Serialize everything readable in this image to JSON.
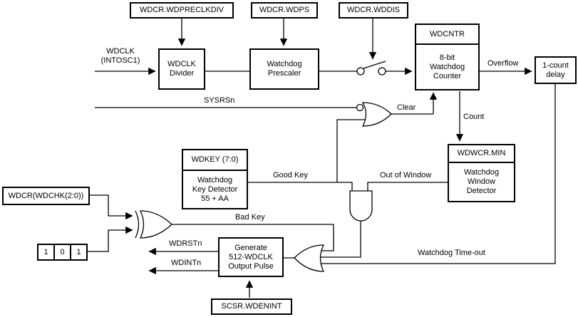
{
  "registers": {
    "wdpreclkdiv": "WDCR.WDPRECLKDIV",
    "wdps": "WDCR.WDPS",
    "wddis": "WDCR.WDDIS",
    "wdchk": "WDCR(WDCHK(2:0))",
    "scsr_wdenint": "SCSR.WDENINT"
  },
  "blocks": {
    "wdclk_divider": "WDCLK\nDivider",
    "prescaler": "Watchdog\nPrescaler",
    "wdcntr_header": "WDCNTR",
    "wdcntr_body": "8-bit\nWatchdog\nCounter",
    "delay": "1-count\ndelay",
    "wdwcr_header": "WDWCR.MIN",
    "wdwcr_body": "Watchdog\nWindow\nDetector",
    "wdkey_header": "WDKEY (7:0)",
    "wdkey_body": "Watchdog\nKey Detector\n55 + AA",
    "generate": "Generate\n512-WDCLK\nOutput Pulse"
  },
  "check_bits": [
    "1",
    "0",
    "1"
  ],
  "signals": {
    "wdclk_input": "WDCLK\n(INTOSC1)",
    "sysrsn": "SYSRSn",
    "clear": "Clear",
    "count": "Count",
    "overflow": "Overflow",
    "good_key": "Good Key",
    "out_of_window": "Out of Window",
    "bad_key": "Bad Key",
    "wdrstn": "WDRSTn",
    "wdintn": "WDINTn",
    "watchdog_timeout": "Watchdog Time-out"
  },
  "colors": {
    "line": "#000000",
    "background": "#ffffff",
    "box_fill": "#ffffff",
    "text": "#000000"
  }
}
